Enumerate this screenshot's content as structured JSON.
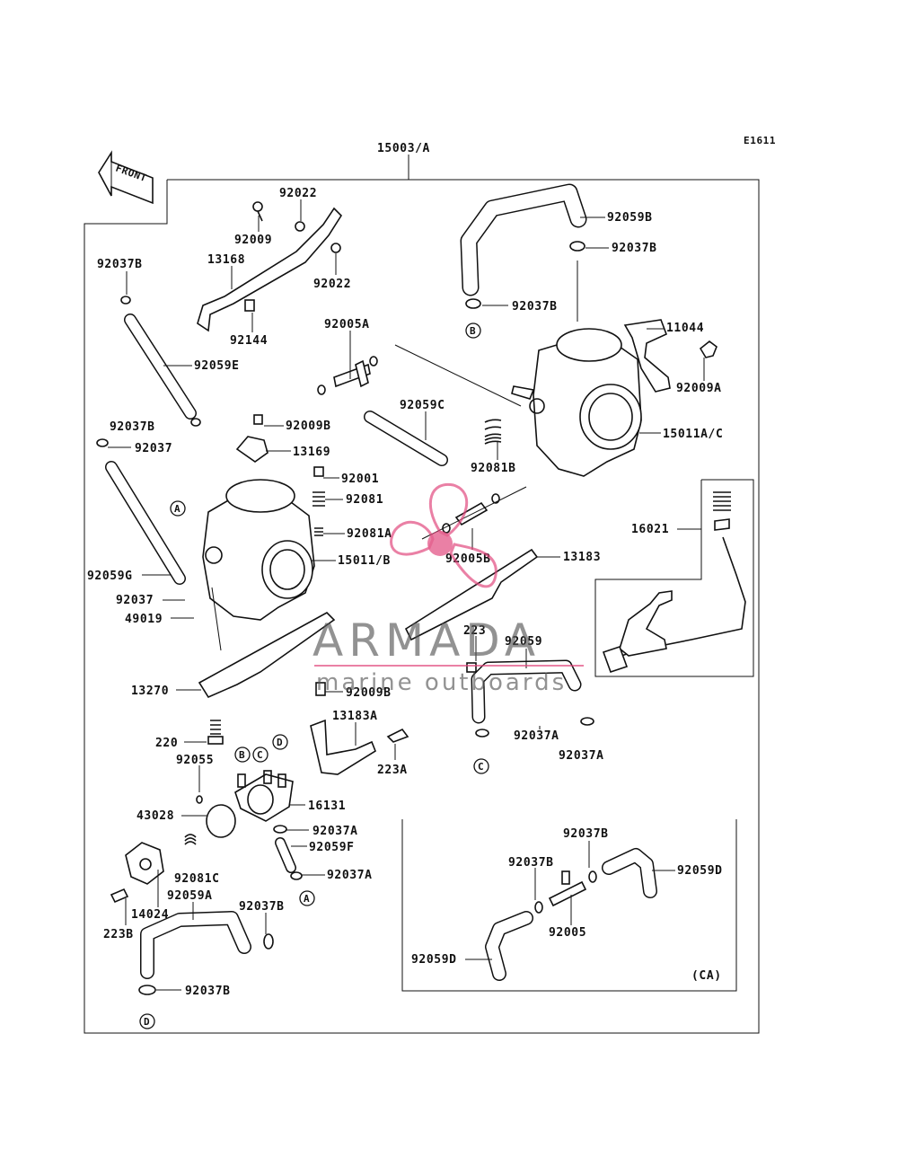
{
  "diagram_code": "E1611",
  "assembly_label": "15003/A",
  "front_label": "FRONT",
  "variant_label": "(CA)",
  "watermark": {
    "brand": "ARMADA",
    "tagline": "marine outboards",
    "accent_color": "#e0457b"
  },
  "connectors": [
    "A",
    "B",
    "C",
    "D"
  ],
  "part_labels": [
    "92022",
    "92009",
    "13168",
    "92022",
    "92144",
    "92037B",
    "92059E",
    "92005A",
    "92059C",
    "92009B",
    "92037B",
    "92037",
    "13169",
    "92059B",
    "92037B",
    "92037B",
    "11044",
    "92009A",
    "15011A/C",
    "92081B",
    "92001",
    "92081",
    "92081A",
    "15011/B",
    "92005B",
    "13183",
    "16021",
    "92059G",
    "92037",
    "49019",
    "223",
    "92059",
    "13270",
    "92009B",
    "13183A",
    "220",
    "92055",
    "223A",
    "92037A",
    "92037A",
    "16131",
    "43028",
    "92037A",
    "92059F",
    "92037A",
    "92081C",
    "92059A",
    "14024",
    "223B",
    "92037B",
    "92037B",
    "92037B",
    "92037B",
    "92059D",
    "92005",
    "92059D"
  ]
}
